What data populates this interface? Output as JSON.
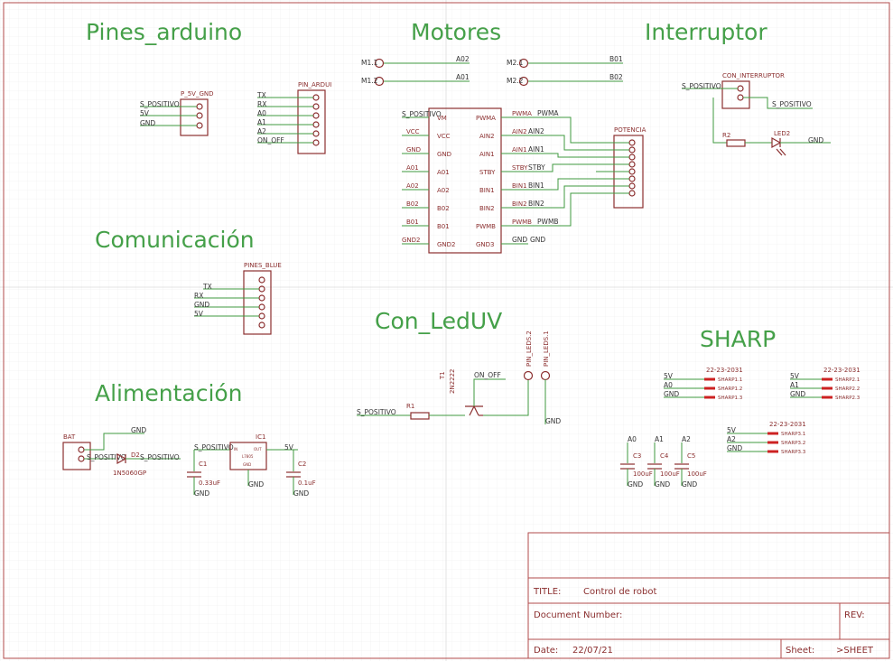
{
  "sections": {
    "pines_arduino": "Pines_arduino",
    "motores": "Motores",
    "interruptor": "Interruptor",
    "comunicacion": "Comunicación",
    "con_leduv": "Con_LedUV",
    "alimentacion": "Alimentación",
    "sharp": "SHARP"
  },
  "pines_arduino": {
    "p5v_name": "P_5V_GND",
    "p5v_nets": [
      "S_POSITIVO",
      "5V",
      "GND"
    ],
    "pin_ardui_name": "PIN_ARDUI",
    "pin_ardui_nets": [
      "TX",
      "RX",
      "A0",
      "A1",
      "A2",
      "ON_OFF"
    ]
  },
  "motores": {
    "connectors": [
      {
        "name": "M1.1",
        "net": "A02"
      },
      {
        "name": "M1.2",
        "net": "A01"
      },
      {
        "name": "M2.1",
        "net": "B01"
      },
      {
        "name": "M2.2",
        "net": "B02"
      }
    ],
    "chip_left_nets": [
      "S_POSITIVO",
      "VCC",
      "GND",
      "A01",
      "A02",
      "B02",
      "B01",
      "GND2"
    ],
    "chip_left_pins": [
      "VM",
      "VCC",
      "GND",
      "A01",
      "A02",
      "B02",
      "B01",
      "GND2"
    ],
    "chip_right_pins": [
      "PWMA",
      "AIN2",
      "AIN1",
      "STBY",
      "BIN1",
      "BIN2",
      "PWMB",
      "GND3"
    ],
    "chip_right_nets": [
      "PWMA",
      "AIN2",
      "AIN1",
      "STBY",
      "BIN1",
      "BIN2",
      "PWMB",
      "GND"
    ],
    "potencia_name": "POTENCIA"
  },
  "interruptor": {
    "con_name": "CON_INTERRUPTOR",
    "net_in": "S_POSITIVO",
    "net_out": "S_POSITIVO",
    "r_name": "R2",
    "led_name": "LED2",
    "gnd": "GND"
  },
  "comunicacion": {
    "name": "PINES_BLUE",
    "nets": [
      "TX",
      "RX",
      "GND",
      "5V"
    ]
  },
  "con_leduv": {
    "t_name": "T1",
    "t_part": "2N2222",
    "on_off": "ON_OFF",
    "r_name": "R1",
    "net_in": "S_POSITIVO",
    "led2": "PIN_LEDS.2",
    "led1": "PIN_LEDS.1",
    "gnd": "GND"
  },
  "alimentacion": {
    "bat": "BAT",
    "gnd_top": "GND",
    "bat_net": "S_POSITIVO",
    "diode": "D2",
    "diode_part": "1N5060GP",
    "diode_net": "S_POSITIVO",
    "ic_name": "IC1",
    "ic_part": "L7805",
    "ic_in": "IN",
    "ic_out": "OUT",
    "ic_gnd": "GND",
    "in_net": "S_POSITIVO",
    "out_net": "5V",
    "c1": "C1",
    "c1_val": "0.33uF",
    "c2": "C2",
    "c2_val": "0.1uF",
    "gnd": "GND"
  },
  "sharp": {
    "part": "22-23-2031",
    "s1": {
      "nets": [
        "5V",
        "A0",
        "GND"
      ],
      "pins": [
        "SHARP1.1",
        "SHARP1.2",
        "SHARP1.3"
      ]
    },
    "s2": {
      "nets": [
        "5V",
        "A1",
        "GND"
      ],
      "pins": [
        "SHARP2.1",
        "SHARP2.2",
        "SHARP2.3"
      ]
    },
    "s3": {
      "nets": [
        "5V",
        "A2",
        "GND"
      ],
      "pins": [
        "SHARP3.1",
        "SHARP3.2",
        "SHARP3.3"
      ]
    },
    "caps": [
      {
        "net": "A0",
        "name": "C3",
        "val": "100uF"
      },
      {
        "net": "A1",
        "name": "C4",
        "val": "100uF"
      },
      {
        "net": "A2",
        "name": "C5",
        "val": "100uF"
      }
    ],
    "gnd": "GND"
  },
  "frame": {
    "title_label": "TITLE:",
    "title_value": "Control de robot",
    "docnum_label": "Document Number:",
    "rev_label": "REV:",
    "date_label": "Date:",
    "date_value": "22/07/21",
    "sheet_label": "Sheet:",
    "sheet_value": ">SHEET"
  }
}
